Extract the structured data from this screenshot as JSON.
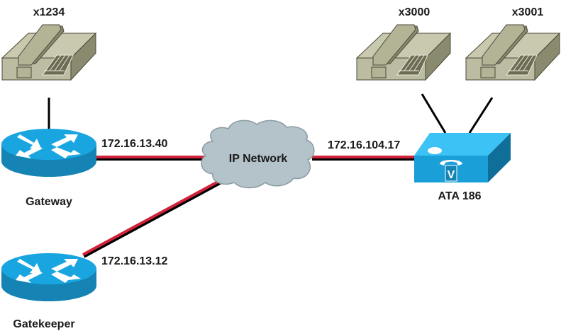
{
  "title": "ATA 186 H.323 network topology",
  "colors": {
    "link_red": "#d0223a",
    "phone_body": "#c9c9b0",
    "phone_dark": "#8a8a6e",
    "router_blue": "#19a6e0",
    "router_side": "#1584b4",
    "cloud": "#b4c3c9",
    "ata_front": "#1b9fd8",
    "ata_top": "#3cc2f4",
    "ata_side": "#0f6f99"
  },
  "nodes": {
    "phone_1234": {
      "label": "x1234",
      "type": "analog-phone"
    },
    "phone_3000": {
      "label": "x3000",
      "type": "analog-phone"
    },
    "phone_3001": {
      "label": "x3001",
      "type": "analog-phone"
    },
    "gateway": {
      "label": "Gateway",
      "type": "router",
      "ip": "172.16.13.40"
    },
    "gatekeeper": {
      "label": "Gatekeeper",
      "type": "router",
      "ip": "172.16.13.12"
    },
    "cloud": {
      "label": "IP Network",
      "type": "cloud"
    },
    "ata": {
      "label": "ATA 186",
      "type": "ata",
      "ip": "172.16.104.17"
    }
  },
  "links": [
    {
      "from": "phone_1234",
      "to": "gateway",
      "kind": "analog"
    },
    {
      "from": "gateway",
      "to": "cloud",
      "kind": "ip"
    },
    {
      "from": "gatekeeper",
      "to": "cloud",
      "kind": "ip"
    },
    {
      "from": "cloud",
      "to": "ata",
      "kind": "ip"
    },
    {
      "from": "phone_3000",
      "to": "ata",
      "kind": "analog"
    },
    {
      "from": "phone_3001",
      "to": "ata",
      "kind": "analog"
    }
  ]
}
